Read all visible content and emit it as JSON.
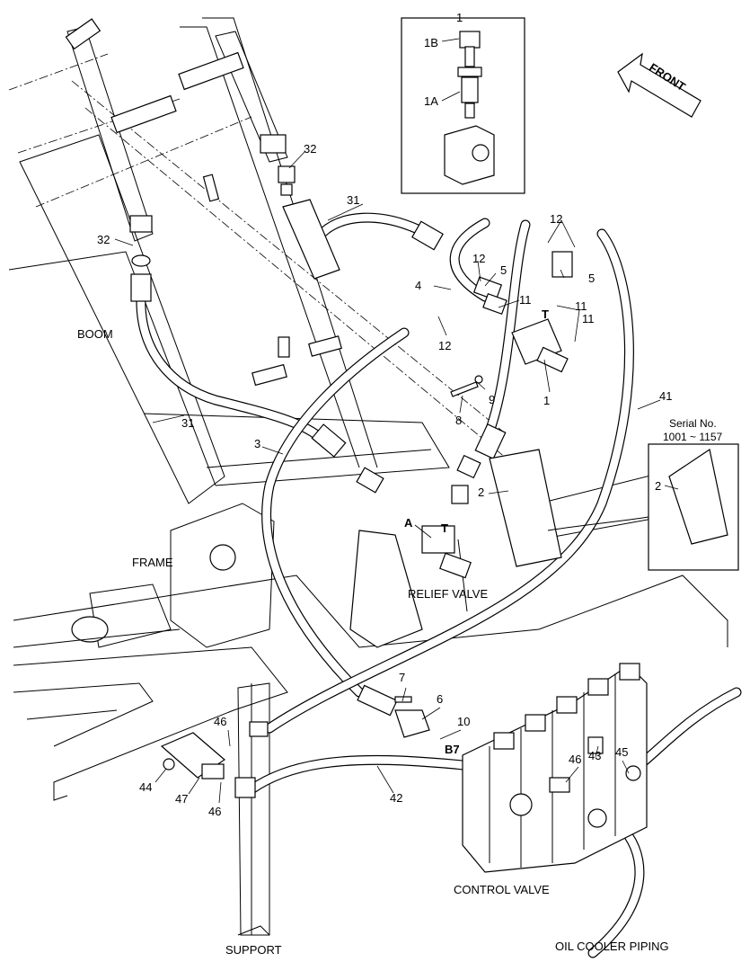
{
  "labels": {
    "inset_title": "1",
    "l_1b": "1B",
    "l_1a": "1A",
    "front": "FRONT",
    "l_32a": "32",
    "l_32b": "32",
    "l_31a": "31",
    "l_31b": "31",
    "l_12a": "12",
    "l_12b": "12",
    "l_12c": "12",
    "l_5a": "5",
    "l_5b": "5",
    "l_11a": "11",
    "l_11b": "11",
    "l_11c": "11",
    "l_4": "4",
    "l_T1": "T",
    "l_1": "1",
    "l_9": "9",
    "l_8": "8",
    "l_41": "41",
    "l_3": "3",
    "l_2a": "2",
    "l_2b": "2",
    "serial": "Serial No.",
    "serial_range": "1001 ~ 1157",
    "boom": "BOOM",
    "frame": "FRAME",
    "l_A": "A",
    "l_T2": "T",
    "relief": "RELIEF VALVE",
    "l_7": "7",
    "l_6": "6",
    "l_10": "10",
    "l_B7": "B7",
    "l_46a": "46",
    "l_46b": "46",
    "l_46c": "46",
    "l_44": "44",
    "l_47": "47",
    "l_42": "42",
    "l_43": "43",
    "l_45": "45",
    "control": "CONTROL VALVE",
    "support": "SUPPORT",
    "oil": "OIL COOLER PIPING"
  }
}
